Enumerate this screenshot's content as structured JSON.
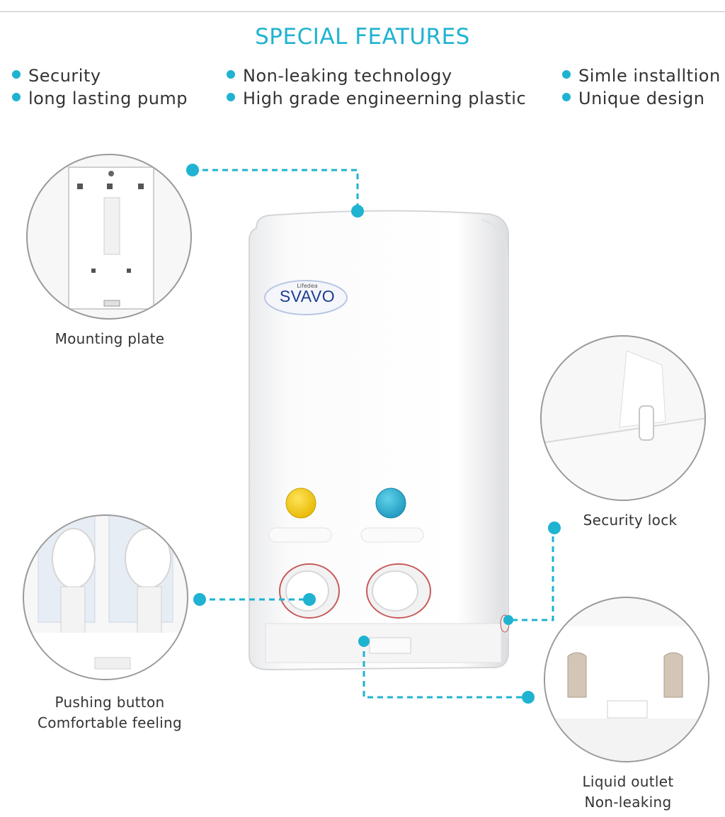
{
  "header": {
    "title": "SPECIAL FEATURES"
  },
  "features": [
    "Security",
    "long lasting pump",
    "Non-leaking technology",
    "High grade engineerning plastic",
    "Simle installtion",
    "Unique design"
  ],
  "product": {
    "brand_small": "Lifedea",
    "brand": "SVAVO"
  },
  "callouts": {
    "mounting_plate": "Mounting plate",
    "security_lock": "Security lock",
    "pushing_button_1": "Pushing button",
    "pushing_button_2": "Comfortable feeling",
    "liquid_outlet_1": "Liquid outlet",
    "liquid_outlet_2": "Non-leaking"
  },
  "colors": {
    "accent": "#1fb3d1",
    "button_yellow": "#f2c400",
    "button_blue": "#2aa6c9"
  }
}
